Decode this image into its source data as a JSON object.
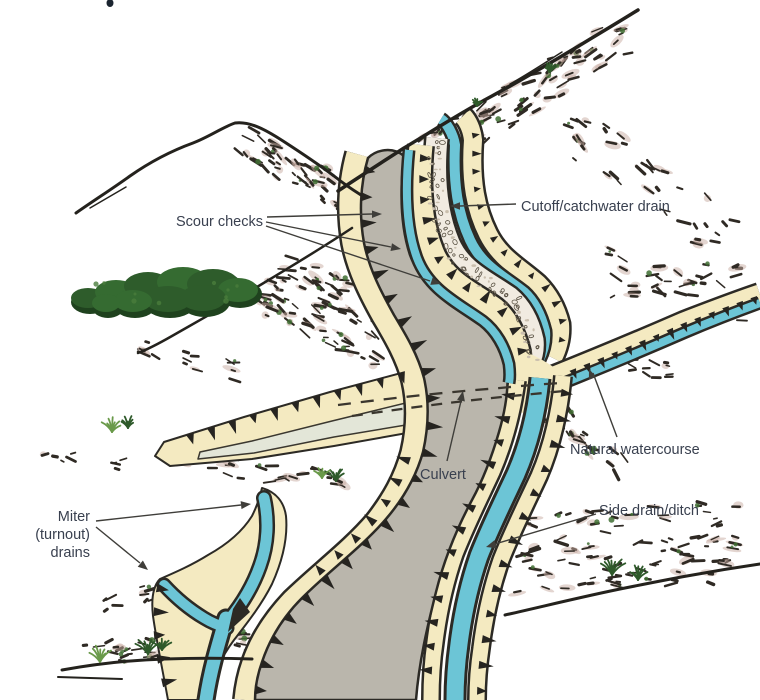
{
  "figure": {
    "labels": {
      "scour_checks": {
        "text": "Scour checks"
      },
      "cutoff": {
        "text": "Cutoff/catchwater drain"
      },
      "culvert": {
        "text": "Culvert"
      },
      "natural_watercourse": {
        "text": "Natural watercourse"
      },
      "side_drain": {
        "text": "Side drain/ditch"
      },
      "miter": {
        "lines": [
          "Miter",
          "(turnout)",
          "drains"
        ]
      }
    },
    "colors": {
      "road": "#bab6ac",
      "water": "#6cc5d6",
      "shoulder": "#f4eac1",
      "rubble": "#f1ebe1",
      "channel": "#e3e6d8",
      "outline": "#2c2a25",
      "rock_dark": "#2f2a24",
      "rock_pink": "#c8aca1",
      "vegetation": "#3f6f33",
      "bush": "#2e5c2b",
      "text": "#39404f",
      "arrow": "#3f3e3a",
      "background": "#ffffff"
    }
  }
}
